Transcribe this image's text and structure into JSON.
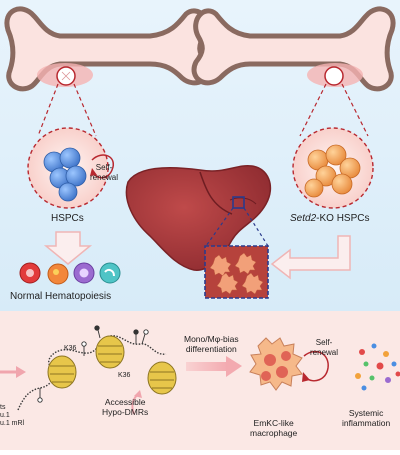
{
  "top_panel": {
    "hspc_label": "HSPCs",
    "self_renewal_label": "Self-\nrenewal",
    "ko_label_italic": "Setd2",
    "ko_label_rest": "-KO HSPCs",
    "normal_label": "Normal Hematopoiesis"
  },
  "bottom_panel": {
    "differentiation_label": "Mono/Mφ-bias\ndifferentiation",
    "dmr_label": "Accessible\nHypo-DMRs",
    "k36_label_a": "K36",
    "k36_label_b": "K36",
    "emkc_label": "EmKC-like\nmacrophage",
    "self_renewal_label": "Self-\nrenewal",
    "systemic_label": "Systemic\ninflammation",
    "cut_text": "ts\nu.1\nu.1 mRl"
  },
  "colors": {
    "top_bg": "#d9ecf8",
    "bottom_bg": "#fbe6e4",
    "liver": "#a83a3c",
    "hspc_blue": "#4e86d6",
    "ko_orange": "#f3a15a",
    "dashed_red": "#b8282f",
    "nucleosome": "#e7c64a"
  },
  "icons": [
    "bone-left",
    "bone-right",
    "liver",
    "nucleosome",
    "macrophage",
    "arrow-right"
  ]
}
